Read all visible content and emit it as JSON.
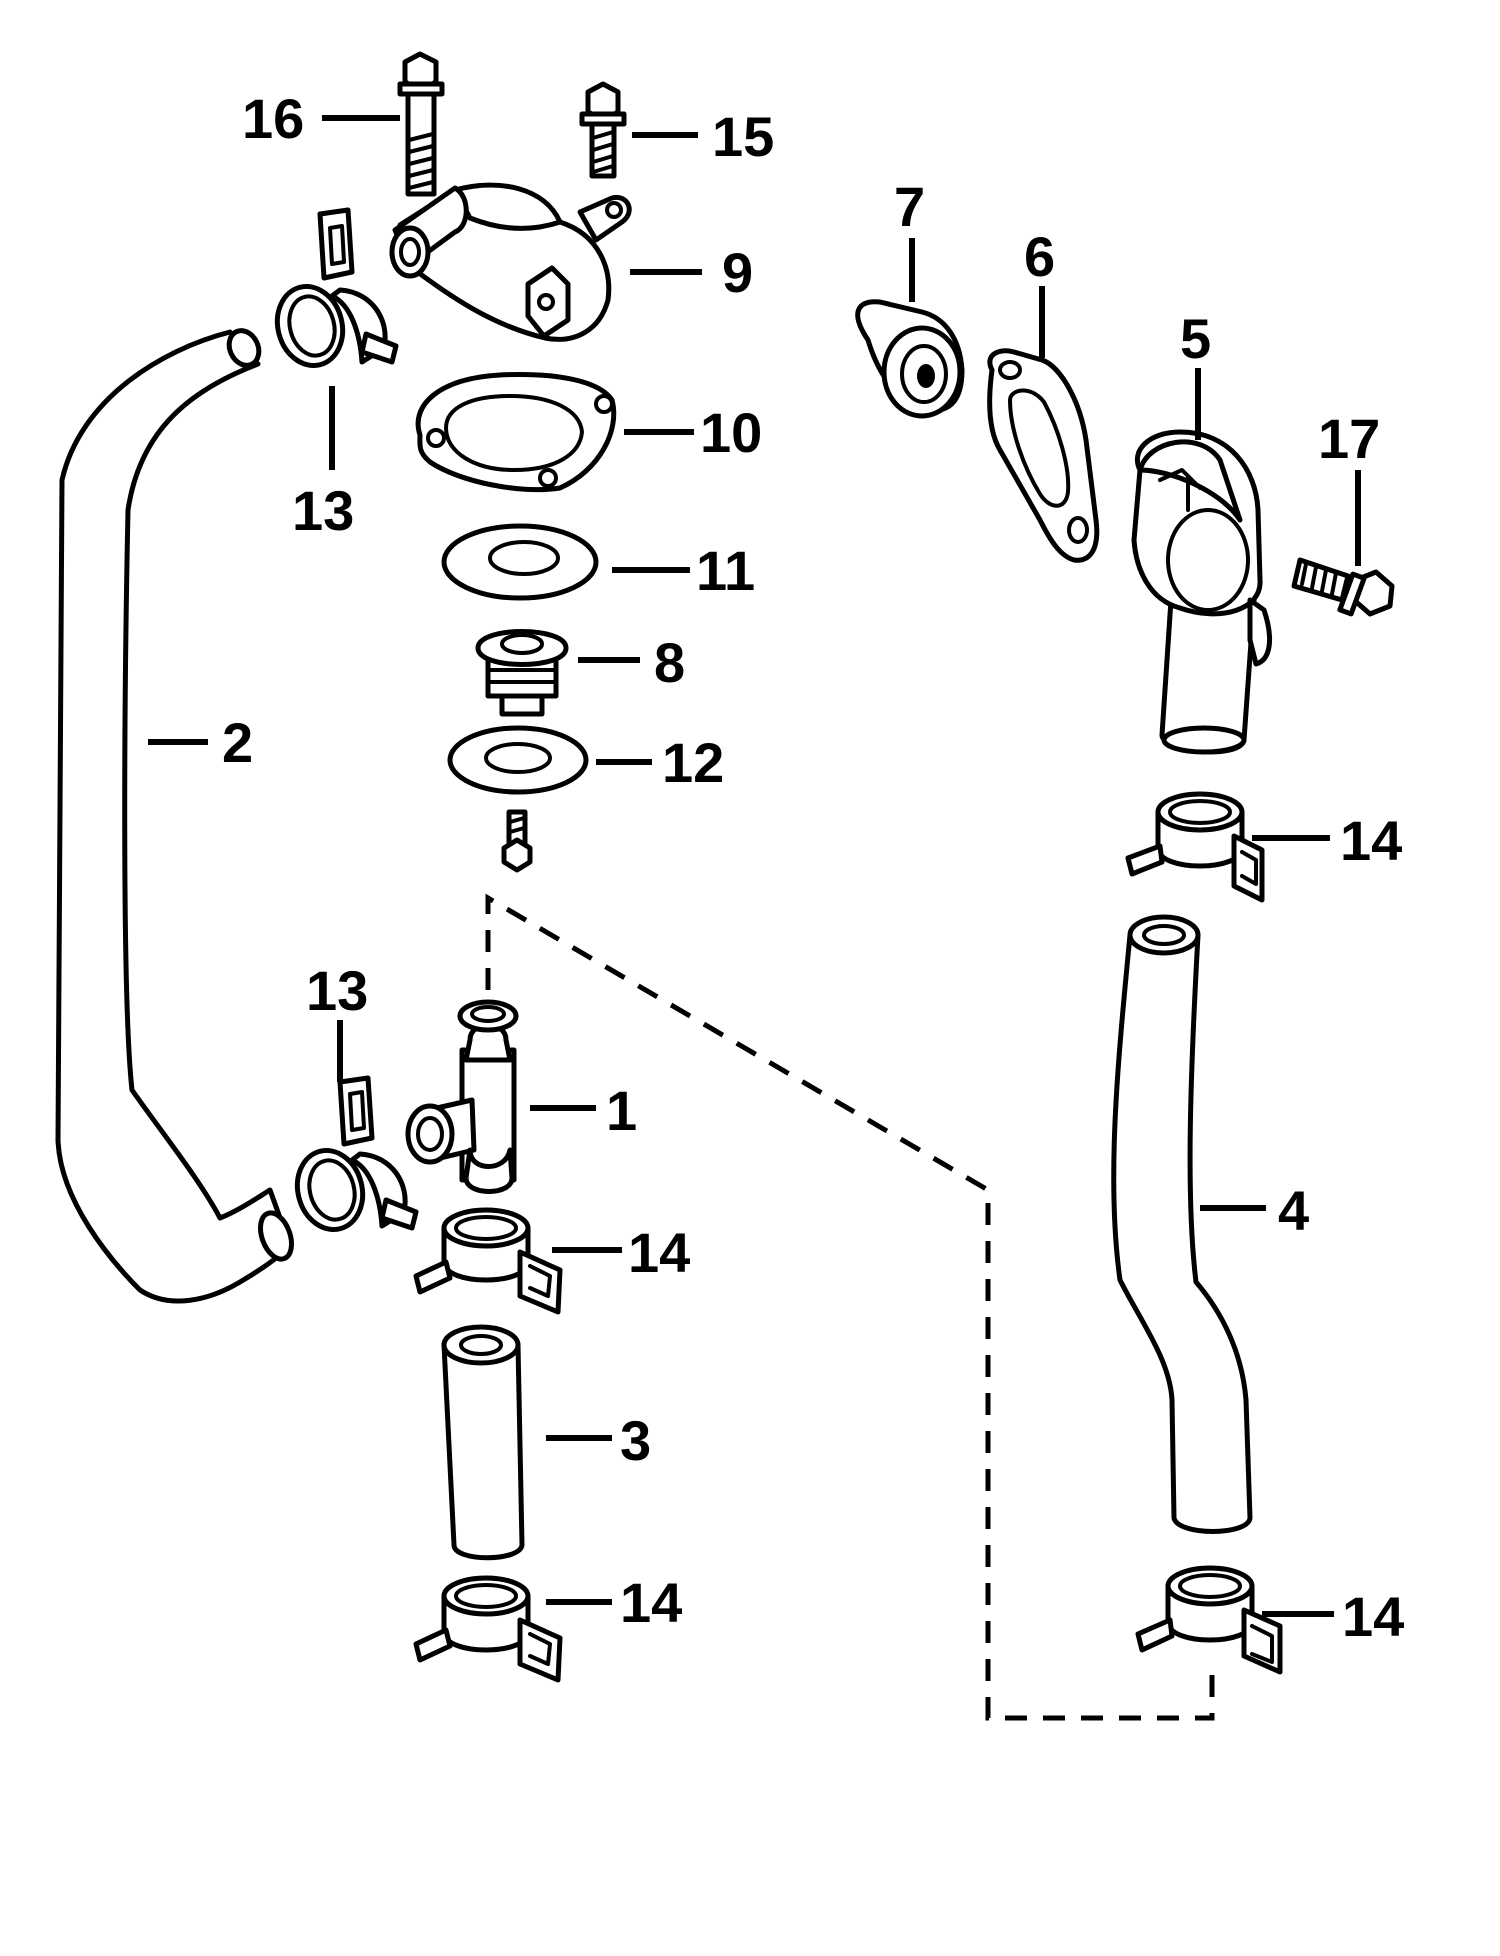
{
  "callouts": {
    "c1": "1",
    "c2": "2",
    "c3": "3",
    "c4": "4",
    "c5": "5",
    "c6": "6",
    "c7": "7",
    "c8": "8",
    "c9": "9",
    "c10": "10",
    "c11": "11",
    "c12": "12",
    "c13a": "13",
    "c13b": "13",
    "c14a": "14",
    "c14b": "14",
    "c14c": "14",
    "c14d": "14",
    "c15": "15",
    "c16": "16",
    "c17": "17"
  }
}
